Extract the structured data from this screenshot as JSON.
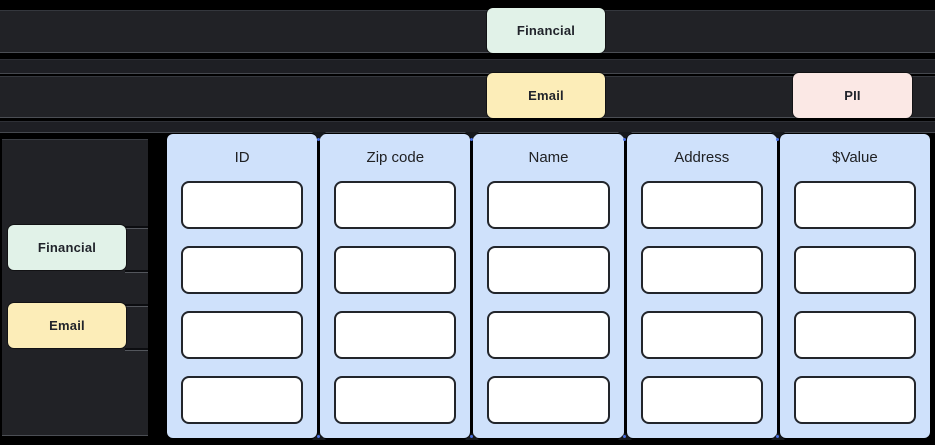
{
  "timeline": {
    "track1": {
      "financial_tag": "Financial"
    },
    "track2": {
      "email_tag": "Email",
      "pii_tag": "PII"
    }
  },
  "palette": {
    "financial_tag": "Financial",
    "email_tag": "Email"
  },
  "table": {
    "columns": [
      {
        "header": "ID",
        "cell_count": 4
      },
      {
        "header": "Zip code",
        "cell_count": 4
      },
      {
        "header": "Name",
        "cell_count": 4
      },
      {
        "header": "Address",
        "cell_count": 4
      },
      {
        "header": "$Value",
        "cell_count": 4
      }
    ]
  },
  "colors": {
    "background": "#000000",
    "track_bar": "#212226",
    "financial_tag_bg": "#e1f2e8",
    "email_tag_bg": "#fcedb8",
    "pii_tag_bg": "#fbe8e5",
    "table_column_bg": "#cfe1fb",
    "cell_bg": "#ffffff",
    "cell_border": "#22252b",
    "tag_text": "#21242b",
    "header_text": "#202124",
    "gap_dot": "#4a6fe0"
  }
}
